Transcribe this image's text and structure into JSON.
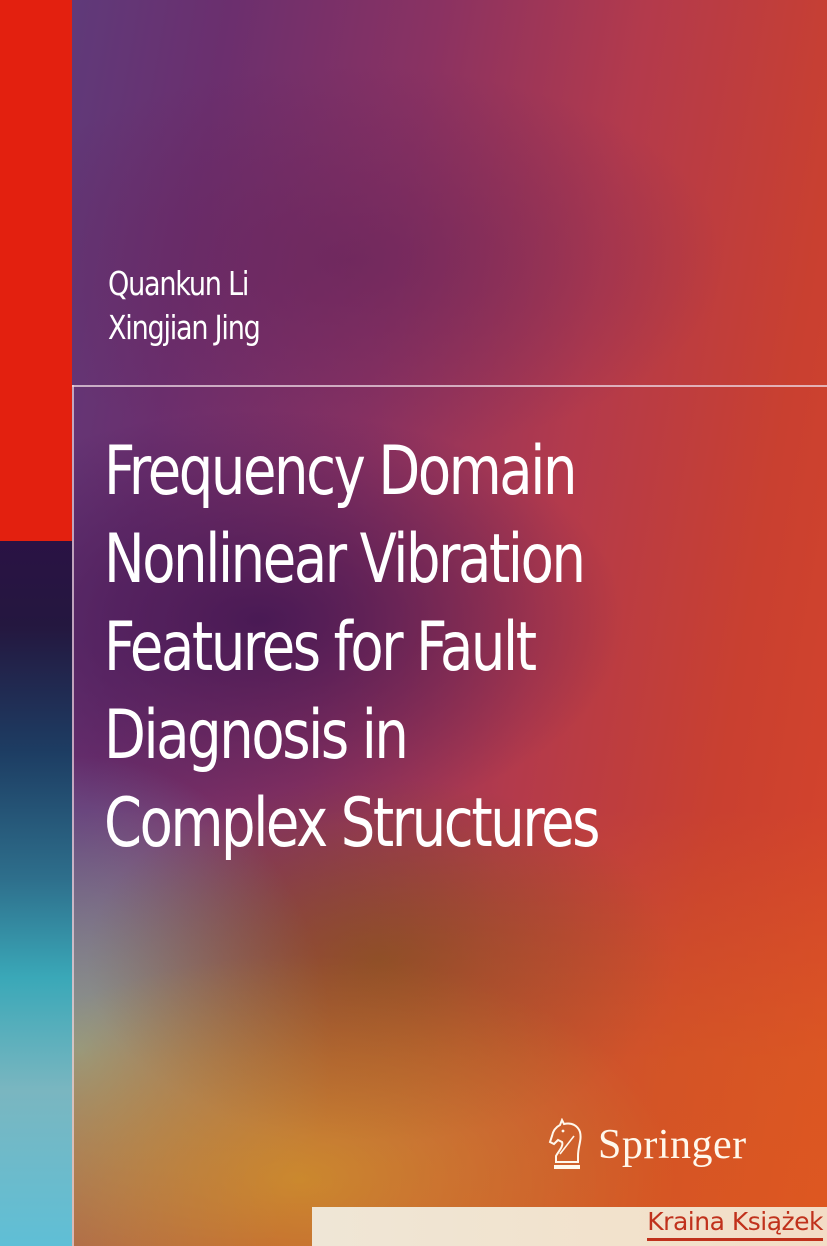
{
  "book": {
    "authors": [
      "Quankun Li",
      "Xingjian Jing"
    ],
    "title_lines": [
      "Frequency Domain",
      "Nonlinear Vibration",
      "Features for Fault",
      "Diagnosis in",
      "Complex Structures"
    ],
    "publisher": "Springer",
    "publisher_logo_icon": "knight-chess-piece-icon"
  },
  "watermark": {
    "text": "Kraina Książek"
  },
  "colors": {
    "accent_red_band": "#e3200f",
    "text": "#ffffff",
    "watermark": "#c0311c"
  }
}
